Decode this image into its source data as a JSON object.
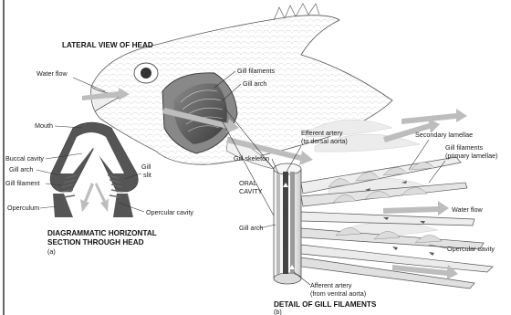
{
  "headings": {
    "lateral_view": "LATERAL VIEW OF HEAD",
    "section_line1": "DIAGRAMMATIC HORIZONTAL",
    "section_line2": "SECTION THROUGH HEAD",
    "section_letter": "(a)",
    "detail": "DETAIL OF GILL FILAMENTS",
    "detail_letter": "(b)"
  },
  "head_labels": {
    "water_flow": "Water flow",
    "gill_filaments": "Gill filaments",
    "gill_arch": "Gill arch"
  },
  "section_labels": {
    "mouth": "Mouth",
    "buccal_cavity": "Buccal cavity",
    "gill_arch": "Gill arch",
    "gill_filament": "Gill filament",
    "operculum": "Operculum",
    "gill_slit_1": "Gill",
    "gill_slit_2": "slit",
    "opercular_cavity": "Opercular cavity"
  },
  "detail_labels": {
    "efferent_1": "Efferent artery",
    "efferent_2": "(to dorsal aorta)",
    "gill_skeleton": "Gill skeleton",
    "oral_1": "ORAL",
    "oral_2": "CAVITY",
    "gill_arch": "Gill arch",
    "secondary_lamellae": "Secondary lamellae",
    "gill_filaments_1": "Gill filaments",
    "gill_filaments_2": "(primary lamellae)",
    "water_flow": "Water flow",
    "opercular_cavity": "Opercular cavity",
    "afferent_1": "Afferent artery",
    "afferent_2": "(from ventral aorta)"
  },
  "colors": {
    "fish_skin": "#ffffff",
    "fish_outline": "#555555",
    "gill_fill": "#6a6a6a",
    "gill_dark": "#3c3c3c",
    "section_tissue": "#555555",
    "water_arrow": "#bdbdbd",
    "lamella": "#e6e6e6",
    "artery_dark": "#444444",
    "artery_light": "#d0d0d0"
  }
}
